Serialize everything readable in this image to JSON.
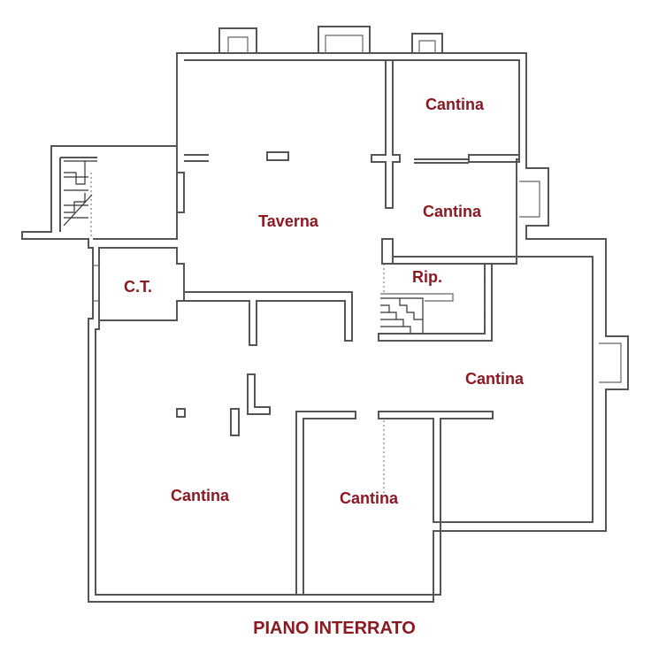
{
  "title": "PIANO INTERRATO",
  "colors": {
    "label": "#8a1a22",
    "wall": "#555555"
  },
  "rooms": {
    "cantina_top_right": "Cantina",
    "cantina_mid_right": "Cantina",
    "taverna": "Taverna",
    "ct": "C.T.",
    "rip": "Rip.",
    "cantina_right": "Cantina",
    "cantina_bottom_left": "Cantina",
    "cantina_bottom_center": "Cantina"
  }
}
